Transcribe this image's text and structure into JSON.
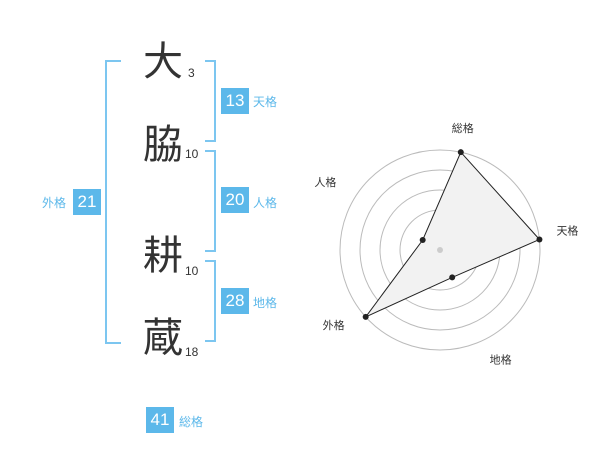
{
  "characters": [
    {
      "char": "大",
      "strokes": "3"
    },
    {
      "char": "脇",
      "strokes": "10"
    },
    {
      "char": "耕",
      "strokes": "10"
    },
    {
      "char": "蔵",
      "strokes": "18"
    }
  ],
  "kaku": {
    "tenkaku": {
      "value": "13",
      "label": "天格"
    },
    "jinkaku": {
      "value": "20",
      "label": "人格"
    },
    "chikaku": {
      "value": "28",
      "label": "地格"
    },
    "gaikaku": {
      "value": "21",
      "label": "外格"
    },
    "soukaku": {
      "value": "41",
      "label": "総格"
    }
  },
  "colors": {
    "accent": "#5cb8ea",
    "bracket": "#7cc6f0",
    "text": "#333333"
  },
  "chart_data": {
    "type": "radar",
    "axes": [
      "総格",
      "天格",
      "地格",
      "外格",
      "人格"
    ],
    "values": [
      5,
      5,
      1.5,
      5,
      1
    ],
    "rmax": 5,
    "rings": 5
  }
}
